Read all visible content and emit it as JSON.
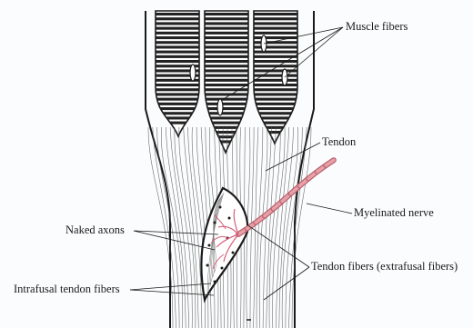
{
  "labels": {
    "muscle_fibers": "Muscle fibers",
    "tendon": "Tendon",
    "myelinated_nerve": "Myelinated nerve",
    "naked_axons": "Naked axons",
    "tendon_fibers_extrafusal": "Tendon fibers (extrafusal fibers)",
    "intrafusal_tendon_fibers": "Intrafusal tendon fibers"
  },
  "colors": {
    "ink": "#1a1a1a",
    "nerve": "#e8a0a8",
    "nerve_outline": "#b8606c",
    "axon": "#d7607a",
    "fiber_fill": "#ffffff",
    "background": "#fbfcfd"
  }
}
